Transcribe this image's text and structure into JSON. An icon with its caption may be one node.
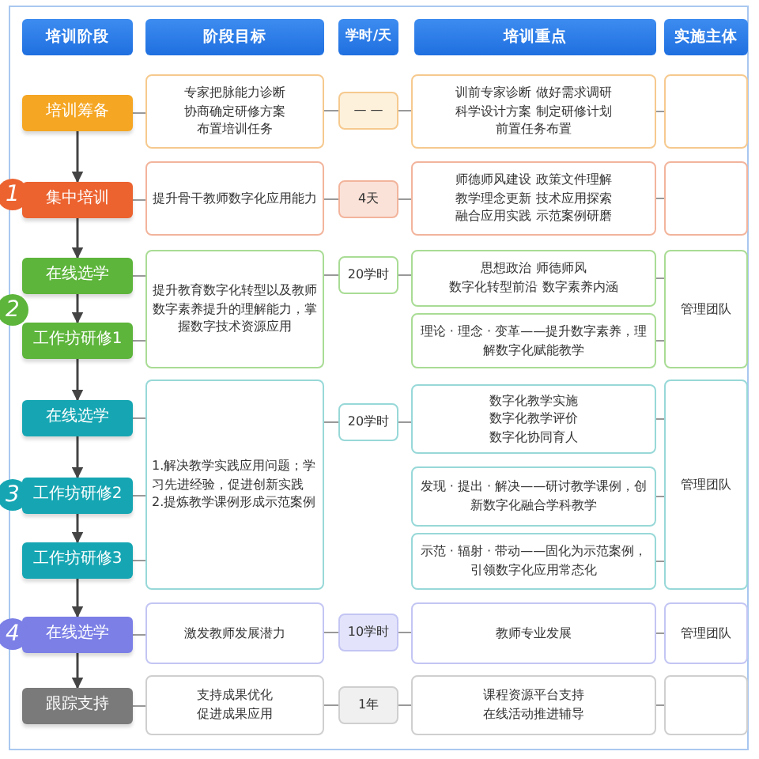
{
  "diagram": {
    "nodes": [
      {
        "text": [
          "培训阶段"
        ]
      },
      {
        "text": [
          "阶段目标"
        ]
      },
      {
        "text": [
          "学时/天"
        ]
      },
      {
        "text": [
          "培训重点"
        ]
      },
      {
        "text": [
          "实施主体"
        ]
      },
      {
        "text": [
          "培训筹备"
        ]
      },
      {
        "text": [
          "专家把脉能力诊断",
          "协商确定研修方案",
          "布置培训任务"
        ]
      },
      {
        "text": [
          "— —"
        ]
      },
      {
        "text": [
          "训前专家诊断 做好需求调研",
          "科学设计方案 制定研修计划",
          "前置任务布置"
        ]
      },
      {
        "text": [],
        "shape": "box"
      },
      {
        "text": [
          "1"
        ]
      },
      {
        "text": [
          "集中培训"
        ]
      },
      {
        "text": [
          "提升骨干教师数字化应用能力"
        ]
      },
      {
        "text": [
          "4天"
        ]
      },
      {
        "text": [
          "师德师风建设 政策文件理解",
          "教学理念更新 技术应用探索",
          "融合应用实践 示范案例研磨"
        ]
      },
      {
        "text": [],
        "shape": "box"
      },
      {
        "text": [
          "2"
        ]
      },
      {
        "text": [
          "在线选学"
        ]
      },
      {
        "text": [
          "工作坊研修1"
        ]
      },
      {
        "text": [
          "提升教育数字化转型以及教师数字素养提升的理解能力，掌握数字技术资源应用"
        ]
      },
      {
        "text": [
          "20学时"
        ]
      },
      {
        "text": [
          "思想政治  师德师风",
          "数字化转型前沿  数字素养内涵"
        ]
      },
      {
        "text": [
          "理论 · 理念 · 变革——提升数字素养，理解数字化赋能教学"
        ]
      },
      {
        "text": [
          "管理团队"
        ]
      },
      {
        "text": [
          "3"
        ]
      },
      {
        "text": [
          "在线选学"
        ]
      },
      {
        "text": [
          "工作坊研修2"
        ]
      },
      {
        "text": [
          "工作坊研修3"
        ]
      },
      {
        "text": [
          "1.解决教学实践应用问题；学习先进经验，促进创新实践",
          "2.提炼教学课例形成示范案例"
        ]
      },
      {
        "text": [
          "20学时"
        ]
      },
      {
        "text": [
          "数字化教学实施",
          "数字化教学评价",
          "数字化协同育人"
        ]
      },
      {
        "text": [
          "发现 · 提出 · 解决——研讨教学课例，创新数字化融合学科教学"
        ]
      },
      {
        "text": [
          "示范 · 辐射 · 带动——固化为示范案例，引领数字化应用常态化"
        ]
      },
      {
        "text": [
          "管理团队"
        ]
      },
      {
        "text": [
          "4"
        ]
      },
      {
        "text": [
          "在线选学"
        ]
      },
      {
        "text": [
          "激发教师发展潜力"
        ]
      },
      {
        "text": [
          "10学时"
        ]
      },
      {
        "text": [
          "教师专业发展"
        ]
      },
      {
        "text": [
          "管理团队"
        ]
      },
      {
        "text": [
          "跟踪支持"
        ]
      },
      {
        "text": [
          "支持成果优化",
          "促进成果应用"
        ]
      },
      {
        "text": [
          "1年"
        ]
      },
      {
        "text": [
          "课程资源平台支持",
          "在线活动推进辅导"
        ]
      },
      {
        "text": [],
        "shape": "box"
      }
    ],
    "edges": [
      {
        "from": 5,
        "to": 6,
        "arrow": "none"
      },
      {
        "from": 6,
        "to": 7,
        "arrow": "none"
      },
      {
        "from": 7,
        "to": 8,
        "arrow": "none"
      },
      {
        "from": 8,
        "to": 9,
        "arrow": "none"
      },
      {
        "from": 5,
        "to": 11,
        "arrow": "to"
      },
      {
        "from": 11,
        "to": 12,
        "arrow": "none"
      },
      {
        "from": 12,
        "to": 13,
        "arrow": "none"
      },
      {
        "from": 13,
        "to": 14,
        "arrow": "none"
      },
      {
        "from": 14,
        "to": 15,
        "arrow": "none"
      },
      {
        "from": 11,
        "to": 17,
        "arrow": "to"
      },
      {
        "from": 17,
        "to": 18,
        "arrow": "to"
      },
      {
        "from": 17,
        "to": 19,
        "arrow": "none"
      },
      {
        "from": 18,
        "to": 19,
        "arrow": "none"
      },
      {
        "from": 19,
        "to": 20,
        "arrow": "none"
      },
      {
        "from": 20,
        "to": 21,
        "arrow": "none"
      },
      {
        "from": 21,
        "to": 23,
        "arrow": "none"
      },
      {
        "from": 22,
        "to": 23,
        "arrow": "none"
      },
      {
        "from": 18,
        "to": 25,
        "arrow": "to"
      },
      {
        "from": 25,
        "to": 26,
        "arrow": "to"
      },
      {
        "from": 26,
        "to": 27,
        "arrow": "to"
      },
      {
        "from": 25,
        "to": 28,
        "arrow": "none"
      },
      {
        "from": 26,
        "to": 28,
        "arrow": "none"
      },
      {
        "from": 27,
        "to": 28,
        "arrow": "none"
      },
      {
        "from": 28,
        "to": 29,
        "arrow": "none"
      },
      {
        "from": 29,
        "to": 30,
        "arrow": "none"
      },
      {
        "from": 30,
        "to": 33,
        "arrow": "none"
      },
      {
        "from": 31,
        "to": 33,
        "arrow": "none"
      },
      {
        "from": 32,
        "to": 33,
        "arrow": "none"
      },
      {
        "from": 27,
        "to": 35,
        "arrow": "to"
      },
      {
        "from": 35,
        "to": 36,
        "arrow": "none"
      },
      {
        "from": 36,
        "to": 37,
        "arrow": "none"
      },
      {
        "from": 37,
        "to": 38,
        "arrow": "none"
      },
      {
        "from": 38,
        "to": 39,
        "arrow": "none"
      },
      {
        "from": 35,
        "to": 40,
        "arrow": "to"
      },
      {
        "from": 40,
        "to": 41,
        "arrow": "none"
      },
      {
        "from": 41,
        "to": 42,
        "arrow": "none"
      },
      {
        "from": 42,
        "to": 43,
        "arrow": "none"
      },
      {
        "from": 43,
        "to": 44,
        "arrow": "none"
      }
    ]
  }
}
